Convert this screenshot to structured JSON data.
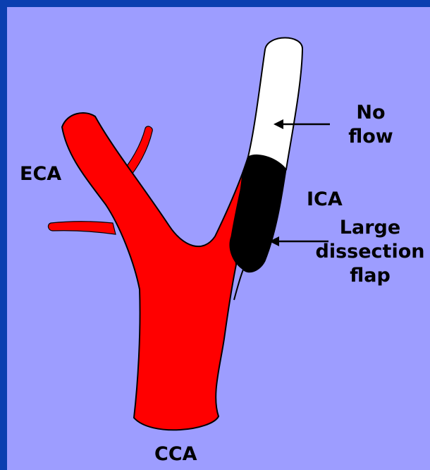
{
  "labels": {
    "eca": "ECA",
    "ica": "ICA",
    "cca": "CCA",
    "no_flow_line1": "No",
    "no_flow_line2": "flow",
    "flap_line1": "Large",
    "flap_line2": "dissection",
    "flap_line3": "flap"
  },
  "colors": {
    "slide_border": "#0b3fb0",
    "background": "#9d9dff",
    "artery": "#ff0000",
    "dissection_flap": "#000000",
    "no_flow_segment": "#ffffff"
  }
}
